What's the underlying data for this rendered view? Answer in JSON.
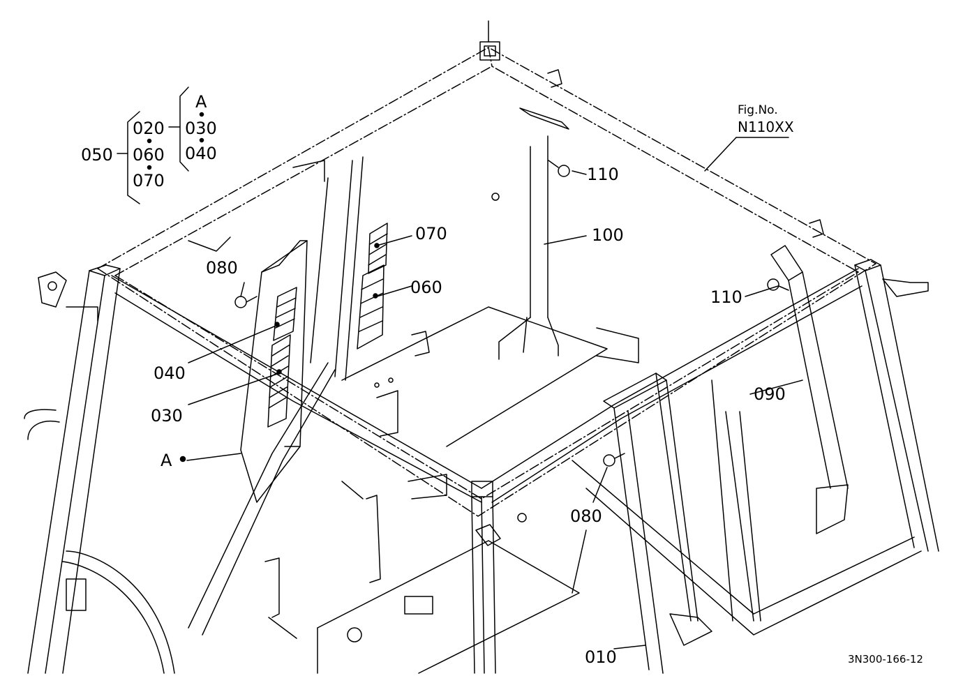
{
  "figure": {
    "fig_label": "Fig.No.",
    "fig_number": "N110XX",
    "drawing_code": "3N300-166-12"
  },
  "callouts": {
    "p010": "010",
    "p020": "020",
    "p030": "030",
    "p030_group": "030",
    "p040": "040",
    "p040_group": "040",
    "p050": "050",
    "p060": "060",
    "p060_group": "060",
    "p070": "070",
    "p070_group": "070",
    "p080_upper": "080",
    "p080_lower": "080",
    "p090": "090",
    "p100": "100",
    "p110_upper": "110",
    "p110_right": "110",
    "ref_a": "A",
    "ref_a_group": "A"
  },
  "colors": {
    "line": "#000000",
    "background": "#ffffff"
  }
}
